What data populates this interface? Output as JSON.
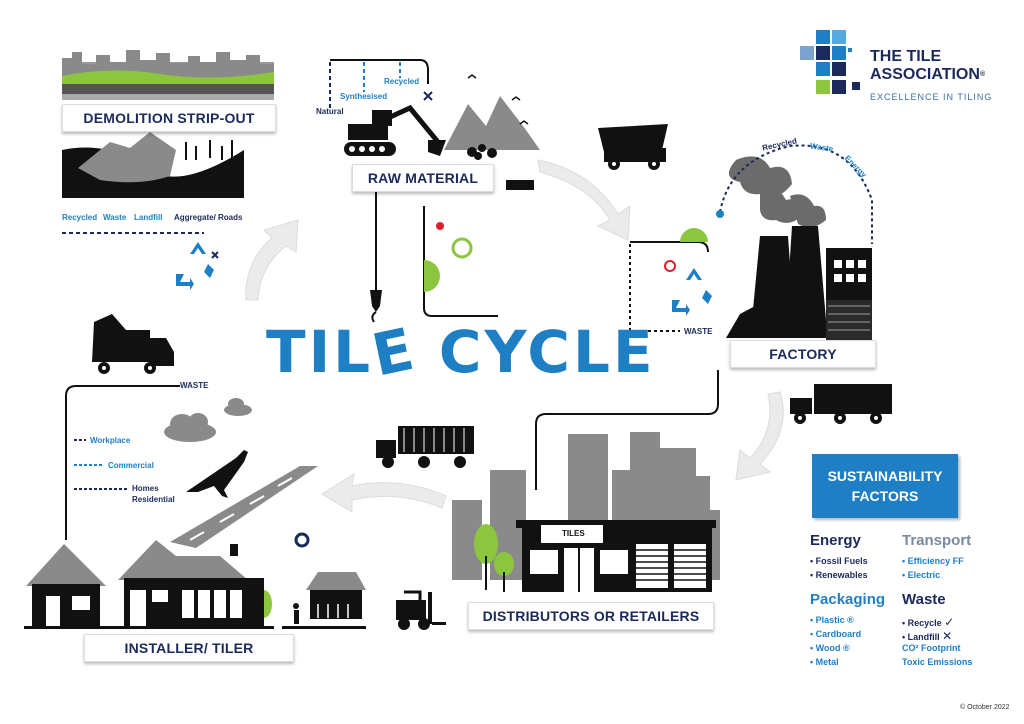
{
  "logo": {
    "line1": "THE TILE",
    "line2": "ASSOCIATION",
    "registered": "®",
    "tagline": "EXCELLENCE IN TILING"
  },
  "title": {
    "part1": "TIL",
    "part2": "E",
    "part3": " CYCLE"
  },
  "stages": {
    "demolition": "DEMOLITION STRIP-OUT",
    "raw_material": "RAW MATERIAL",
    "factory": "FACTORY",
    "distributors": "DISTRIBUTORS OR RETAILERS",
    "installer": "INSTALLER/ TILER"
  },
  "demolition_legend": {
    "recycled": "Recycled",
    "waste": "Waste",
    "landfill": "Landfill",
    "aggregate": "Aggregate/ Roads"
  },
  "raw_legend": {
    "recycled": "Recycled",
    "synthesised": "Synthesised",
    "natural": "Natural"
  },
  "factory_legend": {
    "recycled": "Recycled",
    "waste": "Waste",
    "energy": "Energy",
    "waste2": "WASTE"
  },
  "installer_legend": {
    "waste": "WASTE",
    "workplace": "Workplace",
    "commercial": "Commercial",
    "homes": "Homes",
    "residential": "Residential"
  },
  "shop_sign": "TILES",
  "sustainability": {
    "box_line1": "SUSTAINABILITY",
    "box_line2": "FACTORS",
    "energy": {
      "heading": "Energy",
      "items": [
        "Fossil Fuels",
        "Renewables"
      ]
    },
    "transport": {
      "heading": "Transport",
      "items": [
        "Efficiency FF",
        "Electric"
      ]
    },
    "packaging": {
      "heading": "Packaging",
      "items": [
        "Plastic ®",
        "Cardboard",
        "Wood ®",
        "Metal"
      ]
    },
    "waste": {
      "heading": "Waste",
      "items": [
        "Recycle",
        "Landfill"
      ],
      "extra": [
        "CO² Footprint",
        "Toxic Emissions"
      ]
    }
  },
  "colors": {
    "navy": "#1b2a5a",
    "blue": "#1f7fc4",
    "green": "#8cc63f",
    "grey": "#8a8a8a",
    "red": "#e0202a"
  },
  "copyright": "© October 2022"
}
